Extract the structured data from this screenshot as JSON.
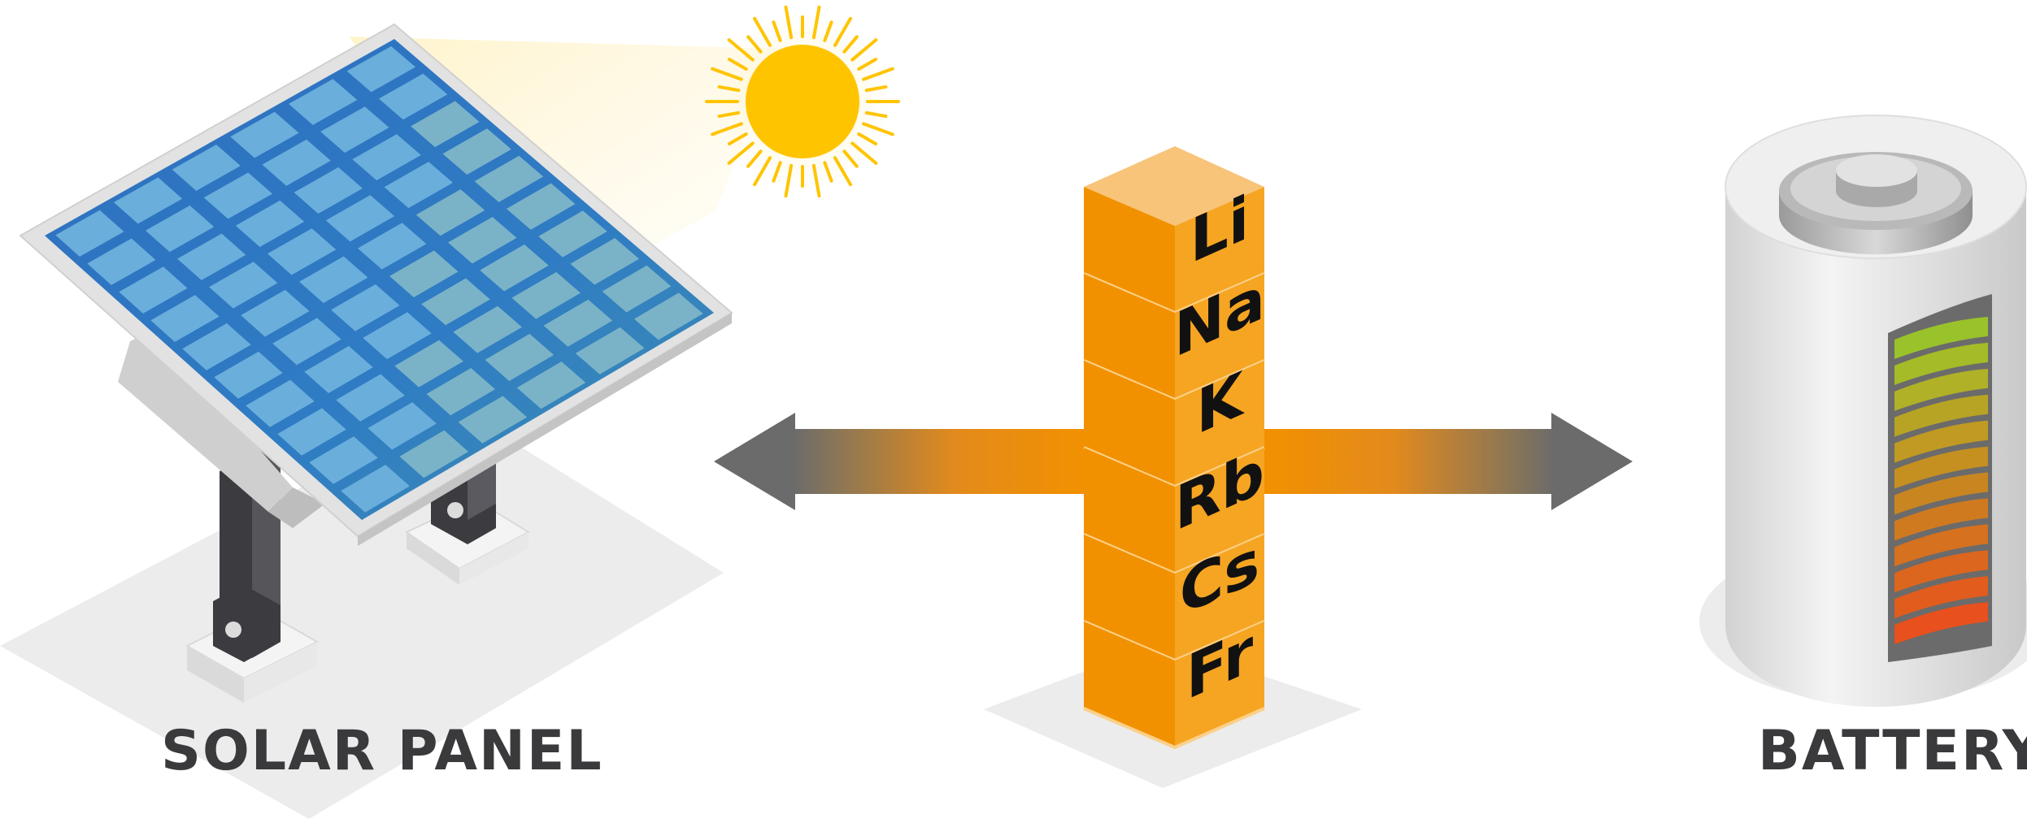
{
  "labels": {
    "solar_panel": "SOLAR PANEL",
    "battery": "BATTERY"
  },
  "elements": [
    "Li",
    "Na",
    "K",
    "Rb",
    "Cs",
    "Fr"
  ],
  "icons": {
    "sun": "sun-icon",
    "solar_panel": "solar-panel-icon",
    "element_stack": "alkali-metal-stack-icon",
    "battery": "battery-icon",
    "arrows": "double-headed-arrow-icon"
  },
  "colors": {
    "panel_blue": "#2f78c4",
    "cell_blue": "#6aaedc",
    "sun_yellow": "#ffc400",
    "block_orange": "#f29100",
    "block_top": "#f8c47a",
    "arrow_gray": "#6b6b6b",
    "battery_green": "#9ac22a",
    "battery_red": "#e8501d",
    "label_dark": "#3a3a3c"
  },
  "battery_level_bars": 12
}
